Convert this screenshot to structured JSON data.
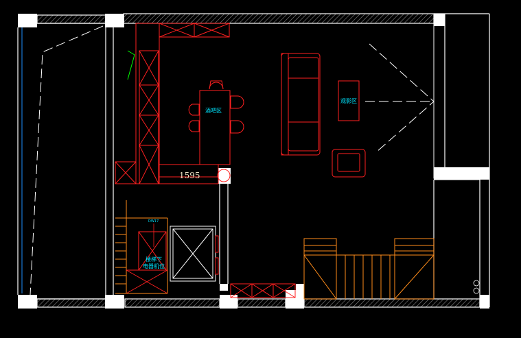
{
  "labels": {
    "bar_area": "酒吧区",
    "viewing_area": "观影区",
    "dimension": "1595",
    "dw_tag": "DW17",
    "stair_under_line1": "楼梯下",
    "stair_under_line2": "电器机位"
  },
  "colors": {
    "background": "#000000",
    "wall": "#ffffff",
    "furniture": "#ff2020",
    "stair": "#ff8c1a",
    "text": "#00e5ff",
    "dashed": "#ffffff",
    "green_mark": "#00ff00",
    "blue_edge": "#1e90ff",
    "dimension_text": "#f2e6c8"
  }
}
